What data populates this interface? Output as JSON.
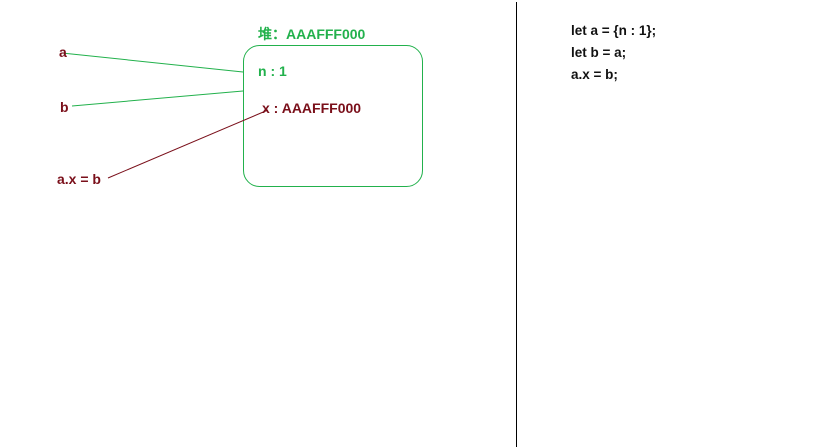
{
  "diagram": {
    "heap_title": "堆：AAAFFF000",
    "heap_fields": {
      "n": "n : 1",
      "x": "x : AAAFFF000"
    },
    "labels": {
      "a": "a",
      "b": "b",
      "ax": "a.x = b"
    },
    "colors": {
      "green": "#22b14c",
      "dark_red": "#7a0f1a"
    }
  },
  "code": {
    "lines": [
      "let a = {n : 1};",
      "let b = a;",
      "a.x = b;"
    ]
  }
}
